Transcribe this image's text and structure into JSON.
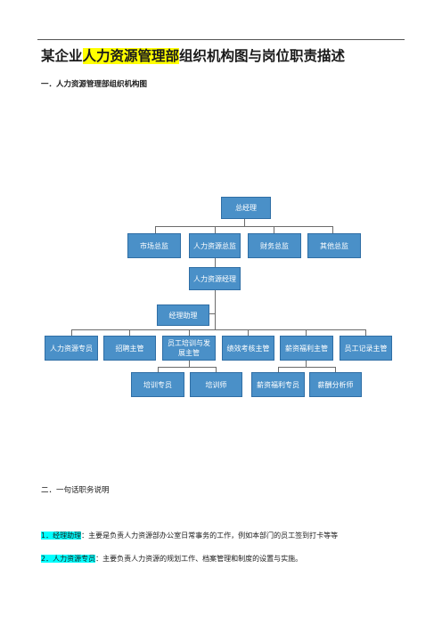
{
  "document": {
    "title_prefix": "某企业",
    "title_highlight": "人力资源管理部",
    "title_suffix": "组织机构图与岗位职责描述",
    "section1_heading": "一．人力资源管理部组织机构图",
    "section2_heading": "二．一句话职务说明"
  },
  "org_chart": {
    "general_manager": "总经理",
    "market_director": "市场总监",
    "hr_director": "人力资源总监",
    "finance_director": "财务总监",
    "other_director": "其他总监",
    "hr_manager": "人力资源经理",
    "manager_assistant": "经理助理",
    "hr_specialist": "人力资源专员",
    "recruit_supervisor": "招聘主管",
    "training_supervisor": "员工培训与发展主管",
    "performance_supervisor": "绩效考核主管",
    "compensation_supervisor": "薪资福利主管",
    "records_supervisor": "员工记录主管",
    "training_specialist": "培训专员",
    "trainer": "培训师",
    "compensation_specialist": "薪资福利专员",
    "compensation_analyst": "薪酬分析师"
  },
  "descriptions": [
    {
      "label": "1．经理助理",
      "text": "：主要是负责人力资源部办公室日常事务的工作，例如本部门的员工签到打卡等等"
    },
    {
      "label": "2．人力资源专员",
      "text": "：主要负责人力资源的规划工作、档案管理和制度的设置与实施。"
    }
  ],
  "colors": {
    "box_fill": "#4a90c8",
    "title_highlight": "#ffff00",
    "label_highlight": "#00ffff"
  }
}
